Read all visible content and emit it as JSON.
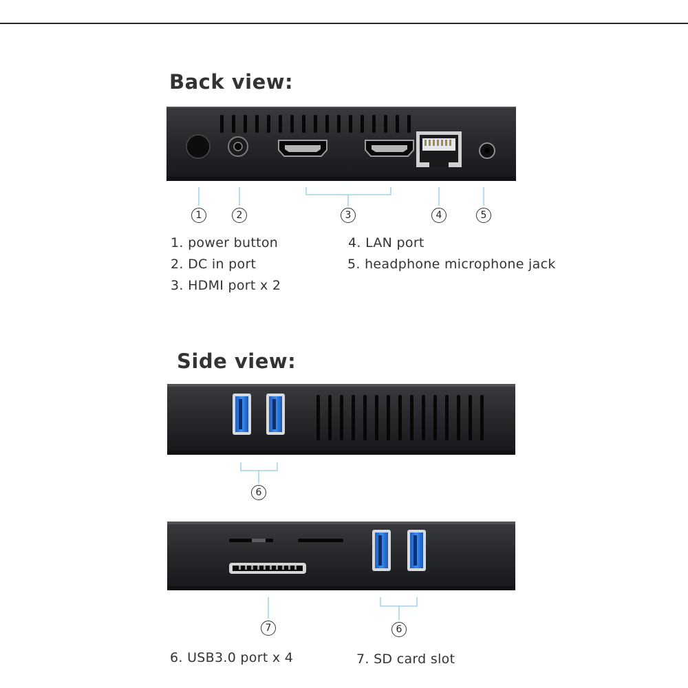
{
  "accent_color": "#8fcbe6",
  "back_view": {
    "heading": "Back view:",
    "callouts": [
      "1",
      "2",
      "3",
      "4",
      "5"
    ],
    "legend": [
      "1. power button",
      "2. DC in port",
      "3. HDMI port x 2",
      "4. LAN port",
      "5. headphone microphone jack"
    ]
  },
  "side_view": {
    "heading": "Side view:",
    "callouts": [
      "6",
      "6",
      "7"
    ],
    "legend": [
      "6. USB3.0 port x 4",
      "7. SD card slot"
    ]
  }
}
